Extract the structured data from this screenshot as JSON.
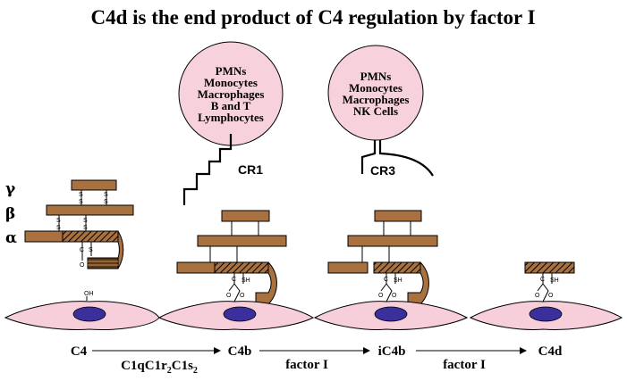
{
  "title": "C4d is the end product of C4 regulation by factor I",
  "chains": {
    "gamma": "γ",
    "beta": "β",
    "alpha": "α"
  },
  "leukocyte_cr1": {
    "lines": [
      "PMNs",
      "Monocytes",
      "Macrophages",
      "B and T",
      "Lymphocytes"
    ]
  },
  "leukocyte_cr3": {
    "lines": [
      "PMNs",
      "Monocytes",
      "Macrophages",
      "NK Cells"
    ]
  },
  "receptors": {
    "cr1": "CR1",
    "cr3": "CR3"
  },
  "bond_labels": {
    "disulfide": "S",
    "thioester_carbon": "C",
    "thioester_oxygen": "O",
    "thioester_sulfur": "S",
    "sulfhydryl": "SH",
    "ester_oxygen": "O",
    "hydroxyl": "OH"
  },
  "pathway": {
    "steps": [
      "C4",
      "C4b",
      "iC4b",
      "C4d"
    ],
    "enzymes": [
      {
        "main": "C1qC1r",
        "sub1": "2",
        "mid": "C1s",
        "sub2": "2"
      },
      {
        "main": "factor I"
      },
      {
        "main": "factor I"
      }
    ]
  },
  "colors": {
    "chain_fill": "#a8713f",
    "cell_fill": "#f7d2dc",
    "nucleus": "#3a2f9c"
  }
}
